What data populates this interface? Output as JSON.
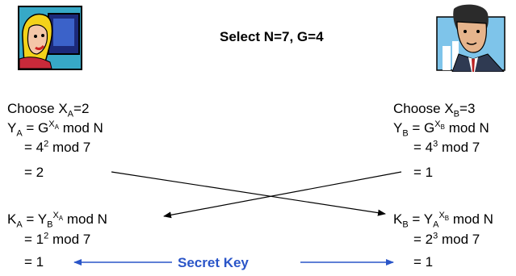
{
  "title": "Select N=7, G=4",
  "secret_key_label": "Secret Key",
  "colors": {
    "arrow_blue": "#2a55c8",
    "line_black": "#000000"
  },
  "icons": {
    "alice": "woman-at-computer-icon",
    "bob": "businessman-icon"
  },
  "alice": {
    "choose": {
      "prefix": "Choose X",
      "sub": "A",
      "suffix": "=2"
    },
    "y_def": {
      "y": "Y",
      "y_sub": "A",
      "eq": " = G",
      "x": "X",
      "x_sub": "A",
      "tail": " mod N"
    },
    "y_calc": {
      "pre": "= 4",
      "exp": "2",
      "tail": " mod 7"
    },
    "y_val": "= 2",
    "k_def": {
      "k": "K",
      "k_sub": "A",
      "eq": " = Y",
      "y_sub": "B",
      "x": "X",
      "x_sub": "A",
      "tail": " mod N"
    },
    "k_calc": {
      "pre": "= 1",
      "exp": "2",
      "tail": " mod 7"
    },
    "k_val": "= 1"
  },
  "bob": {
    "choose": {
      "prefix": "Choose X",
      "sub": "B",
      "suffix": "=3"
    },
    "y_def": {
      "y": "Y",
      "y_sub": "B",
      "eq": " = G",
      "x": "X",
      "x_sub": "B",
      "tail": " mod N"
    },
    "y_calc": {
      "pre": "= 4",
      "exp": "3",
      "tail": " mod 7"
    },
    "y_val": "= 1",
    "k_def": {
      "k": "K",
      "k_sub": "B",
      "eq": " = Y",
      "y_sub": "A",
      "x": "X",
      "x_sub": "B",
      "tail": " mod N"
    },
    "k_calc": {
      "pre": "= 2",
      "exp": "3",
      "tail": " mod 7"
    },
    "k_val": "= 1"
  }
}
